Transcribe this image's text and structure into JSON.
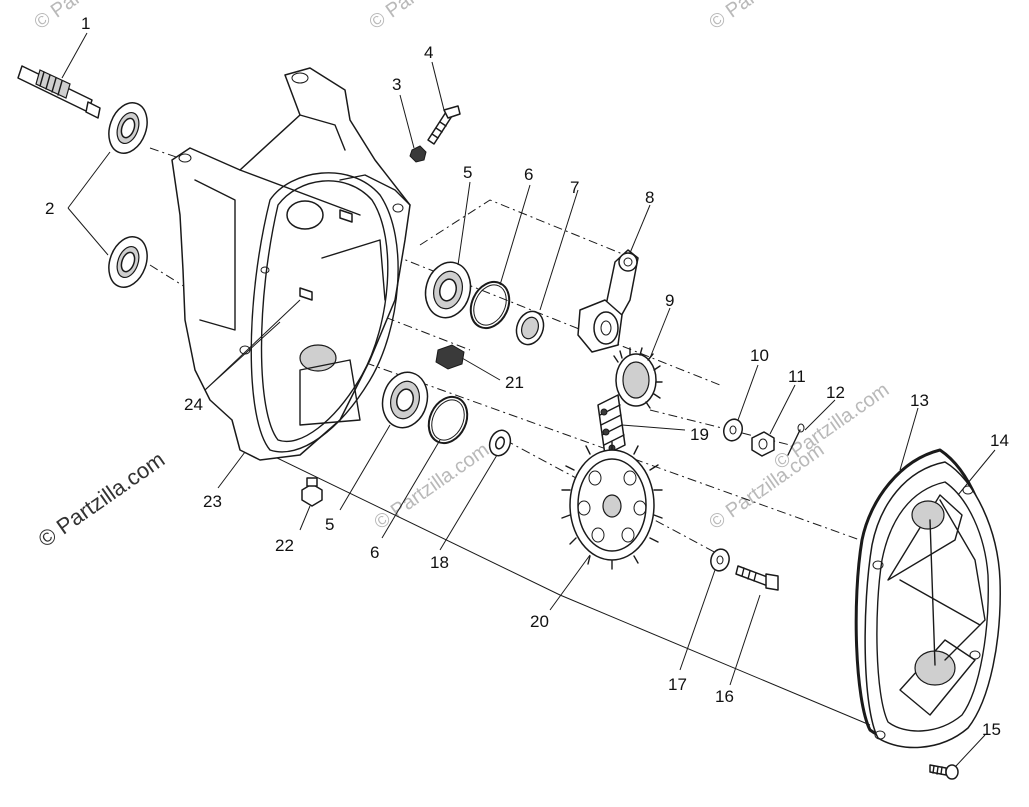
{
  "diagram": {
    "callouts": [
      {
        "id": "c1",
        "label": "1"
      },
      {
        "id": "c2",
        "label": "2"
      },
      {
        "id": "c3",
        "label": "3"
      },
      {
        "id": "c4",
        "label": "4"
      },
      {
        "id": "c5a",
        "label": "5"
      },
      {
        "id": "c5b",
        "label": "5"
      },
      {
        "id": "c6a",
        "label": "6"
      },
      {
        "id": "c6b",
        "label": "6"
      },
      {
        "id": "c7",
        "label": "7"
      },
      {
        "id": "c8",
        "label": "8"
      },
      {
        "id": "c9",
        "label": "9"
      },
      {
        "id": "c10",
        "label": "10"
      },
      {
        "id": "c11",
        "label": "11"
      },
      {
        "id": "c12",
        "label": "12"
      },
      {
        "id": "c13",
        "label": "13"
      },
      {
        "id": "c14",
        "label": "14"
      },
      {
        "id": "c15",
        "label": "15"
      },
      {
        "id": "c16",
        "label": "16"
      },
      {
        "id": "c17",
        "label": "17"
      },
      {
        "id": "c18",
        "label": "18"
      },
      {
        "id": "c19",
        "label": "19"
      },
      {
        "id": "c20",
        "label": "20"
      },
      {
        "id": "c21",
        "label": "21"
      },
      {
        "id": "c22",
        "label": "22"
      },
      {
        "id": "c23",
        "label": "23"
      },
      {
        "id": "c24",
        "label": "24"
      }
    ]
  },
  "watermarks": {
    "main": "© Partzilla.com",
    "faint": "© Partzilla.com"
  }
}
